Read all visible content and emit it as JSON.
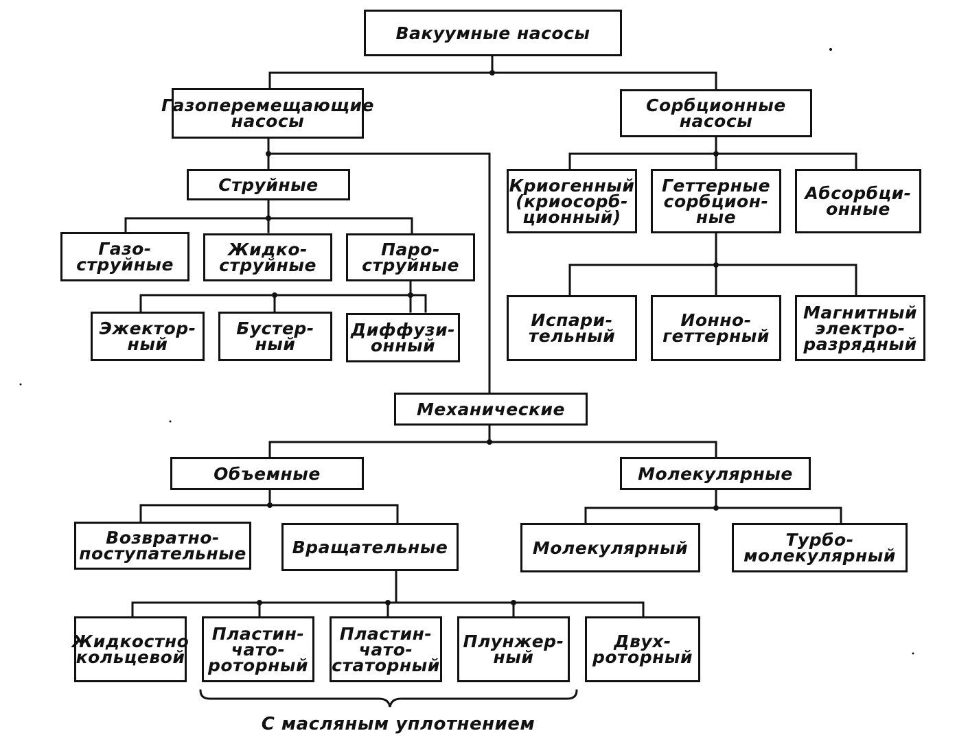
{
  "root": "Вакуумные насосы",
  "gas_transfer": {
    "title": "Газоперемещающие\nнасосы",
    "jet": {
      "title": "Струйные",
      "items": [
        "Газо-\nструйные",
        "Жидко-\nструйные",
        "Паро-\nструйные"
      ],
      "vapor_jet_types": [
        "Эжектор-\nный",
        "Бустер-\nный",
        "Диффузи-\nонный"
      ]
    },
    "mechanical": {
      "title": "Механические",
      "volumetric": {
        "title": "Объемные",
        "items": [
          "Возвратно-\nпоступательные",
          "Вращательные"
        ],
        "rotary_types": [
          "Жидкостно\nкольцевой",
          "Пластин-\nчато-\nроторный",
          "Пластин-\nчато-\nстаторный",
          "Плунжер-\nный",
          "Двух-\nроторный"
        ]
      },
      "molecular": {
        "title": "Молекулярные",
        "items": [
          "Молекулярный",
          "Турбо-\nмолекулярный"
        ]
      }
    }
  },
  "sorption": {
    "title": "Сорбционные\nнасосы",
    "items": [
      "Криогенный\n(криосорб-\nционный)",
      "Геттерные\nсорбцион-\nные",
      "Абсорбци-\nонные"
    ],
    "getter_types": [
      "Испари-\nтельный",
      "Ионно-\nгеттерный",
      "Магнитный\nэлектро-\nразрядный"
    ]
  },
  "oil_seal_note": "С масляным уплотнением"
}
